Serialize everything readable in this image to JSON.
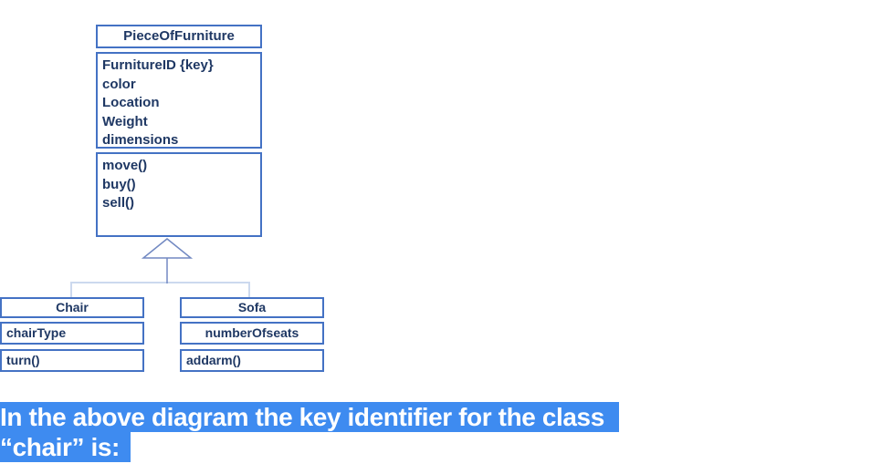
{
  "diagram": {
    "relationship": "generalization",
    "parent_class": {
      "name": "PieceOfFurniture",
      "attributes": [
        "FurnitureID {key}",
        "color",
        "Location",
        "Weight",
        "dimensions"
      ],
      "methods": [
        "move()",
        "buy()",
        "sell()"
      ]
    },
    "child_classes": [
      {
        "name": "Chair",
        "attributes": [
          "chairType"
        ],
        "methods": [
          "turn()"
        ]
      },
      {
        "name": "Sofa",
        "attributes": [
          "numberOfseats"
        ],
        "methods": [
          "addarm()"
        ]
      }
    ],
    "colors": {
      "box_border": "#4472c4",
      "box_text": "#1f3864",
      "connector_light": "#ccd9ee",
      "connector_dark": "#7289c2"
    }
  },
  "question": {
    "line1": "In the above diagram the key identifier for the class",
    "line2": "“chair” is:",
    "highlight_color": "#3e8bf0",
    "text_color": "#ffffff"
  }
}
